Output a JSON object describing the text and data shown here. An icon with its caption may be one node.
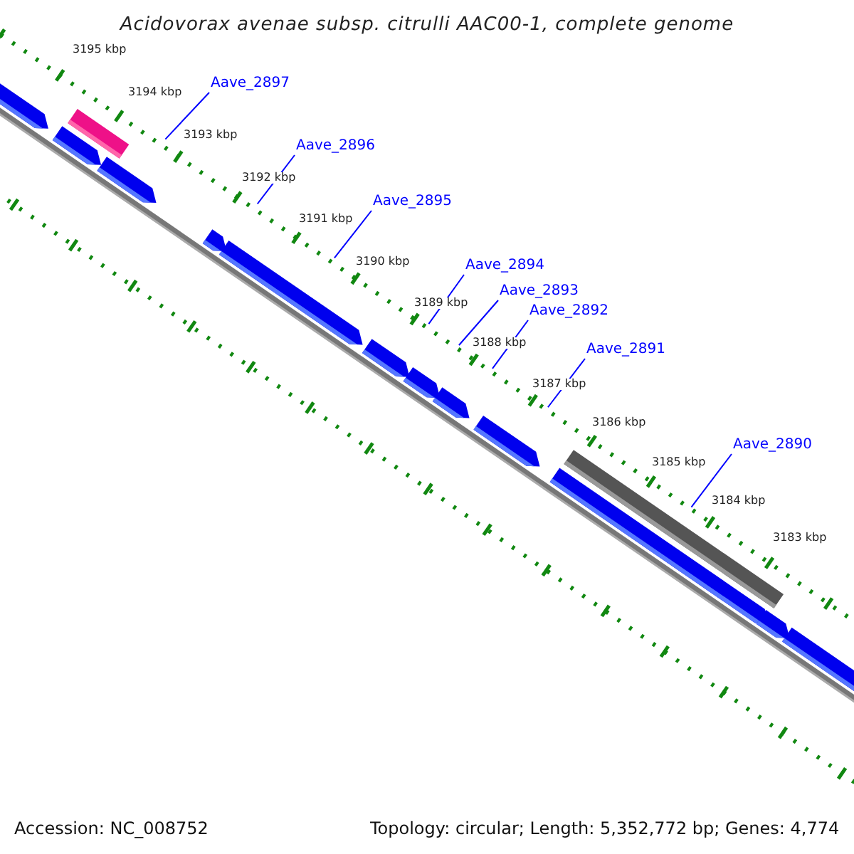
{
  "diagram": {
    "title": "Acidovorax avenae subsp. citrulli AAC00-1, complete genome",
    "nodes": [
      {
        "text": [
          "Aave_2897"
        ]
      },
      {
        "text": [
          "Aave_2896"
        ]
      },
      {
        "text": [
          "Aave_2895"
        ]
      },
      {
        "text": [
          "Aave_2894"
        ]
      },
      {
        "text": [
          "Aave_2893"
        ]
      },
      {
        "text": [
          "Aave_2892"
        ]
      },
      {
        "text": [
          "Aave_2891"
        ]
      },
      {
        "text": [
          "Aave_2890"
        ]
      }
    ],
    "edges": [
      {
        "from": 0,
        "to": null,
        "arrow": "none"
      },
      {
        "from": 1,
        "to": null,
        "arrow": "none"
      },
      {
        "from": 2,
        "to": null,
        "arrow": "none"
      },
      {
        "from": 3,
        "to": null,
        "arrow": "none"
      },
      {
        "from": 4,
        "to": null,
        "arrow": "none"
      },
      {
        "from": 5,
        "to": null,
        "arrow": "none"
      },
      {
        "from": 6,
        "to": null,
        "arrow": "none"
      },
      {
        "from": 7,
        "to": null,
        "arrow": "none"
      }
    ],
    "labels": [
      "3195 kbp",
      "3194 kbp",
      "3193 kbp",
      "3192 kbp",
      "3191 kbp",
      "3190 kbp",
      "3189 kbp",
      "3188 kbp",
      "3187 kbp",
      "3186 kbp",
      "3185 kbp",
      "3184 kbp",
      "3183 kbp",
      "Accession: NC_008752",
      "Topology: circular; Length: 5,352,772 bp; Genes: 4,774"
    ]
  }
}
